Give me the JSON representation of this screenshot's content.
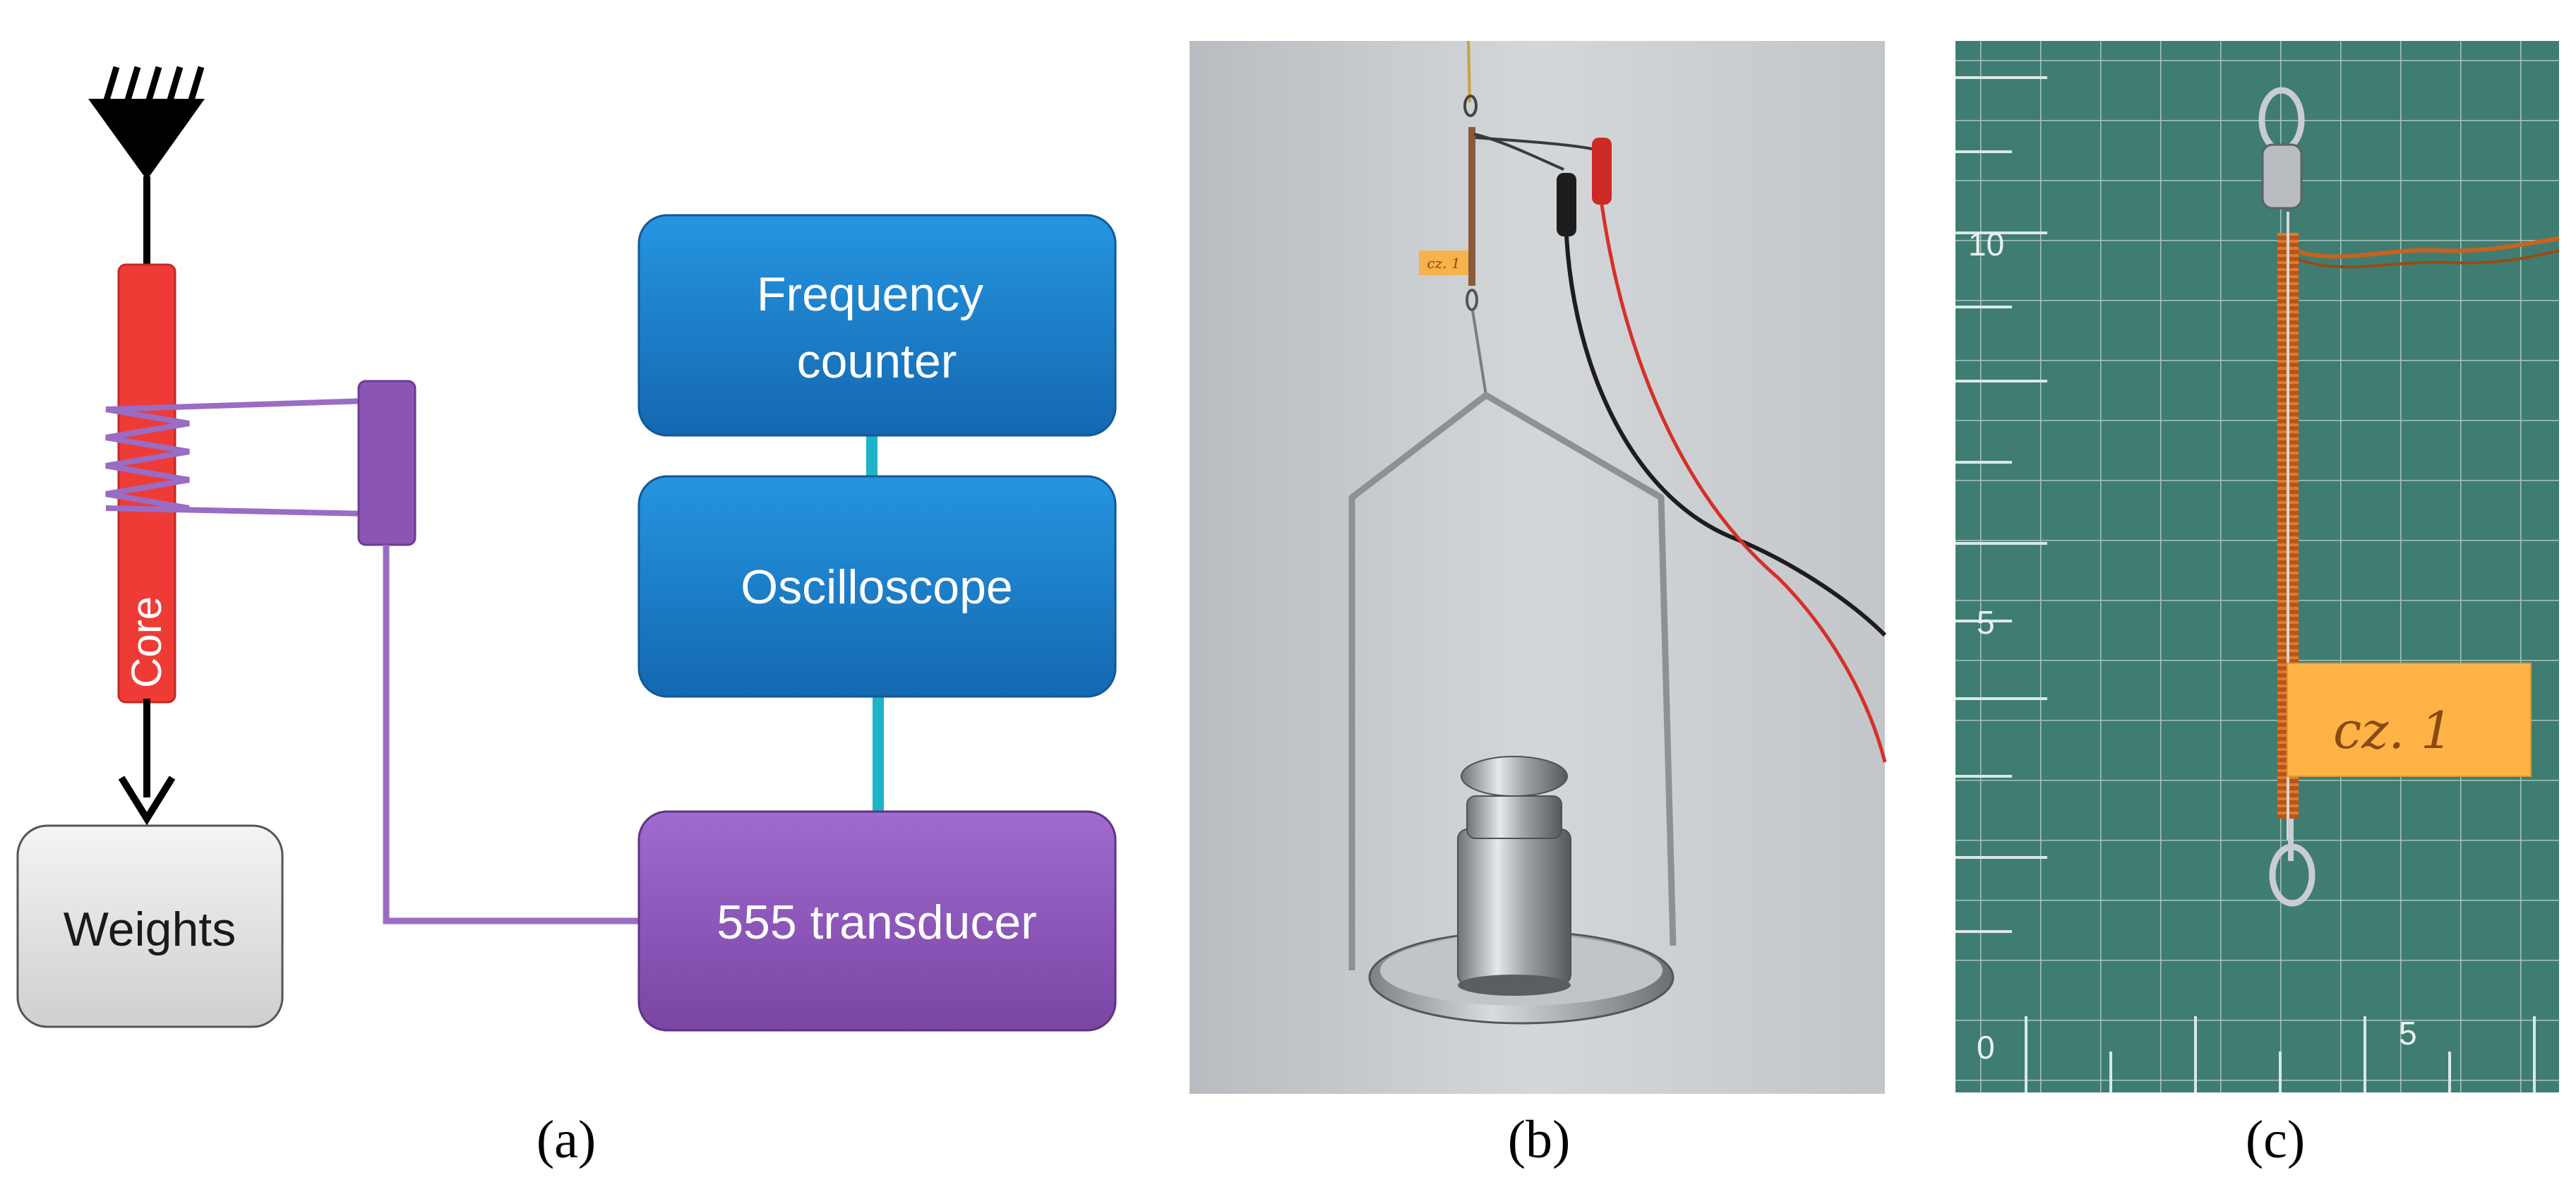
{
  "diagram": {
    "boxes": {
      "frequency_counter": [
        "Frequency",
        "counter"
      ],
      "oscilloscope": "Oscilloscope",
      "transducer": "555 transducer",
      "weights": "Weights"
    },
    "core_label": "Core",
    "colors": {
      "blue_box": "#1a7fcf",
      "purple_box": "#8c55b5",
      "core_red": "#ef3b36",
      "coil_purple": "#9a6cc4",
      "connector_cyan": "#1fb3c8",
      "weights_gray": "#e3e3e3"
    }
  },
  "photo_b": {
    "tag_text": "cz. 1"
  },
  "photo_c": {
    "ruler_labels": [
      "10",
      "5",
      "0",
      "5"
    ],
    "tag_text": "cz. 1"
  },
  "panel_labels": [
    "(a)",
    "(b)",
    "(c)"
  ]
}
